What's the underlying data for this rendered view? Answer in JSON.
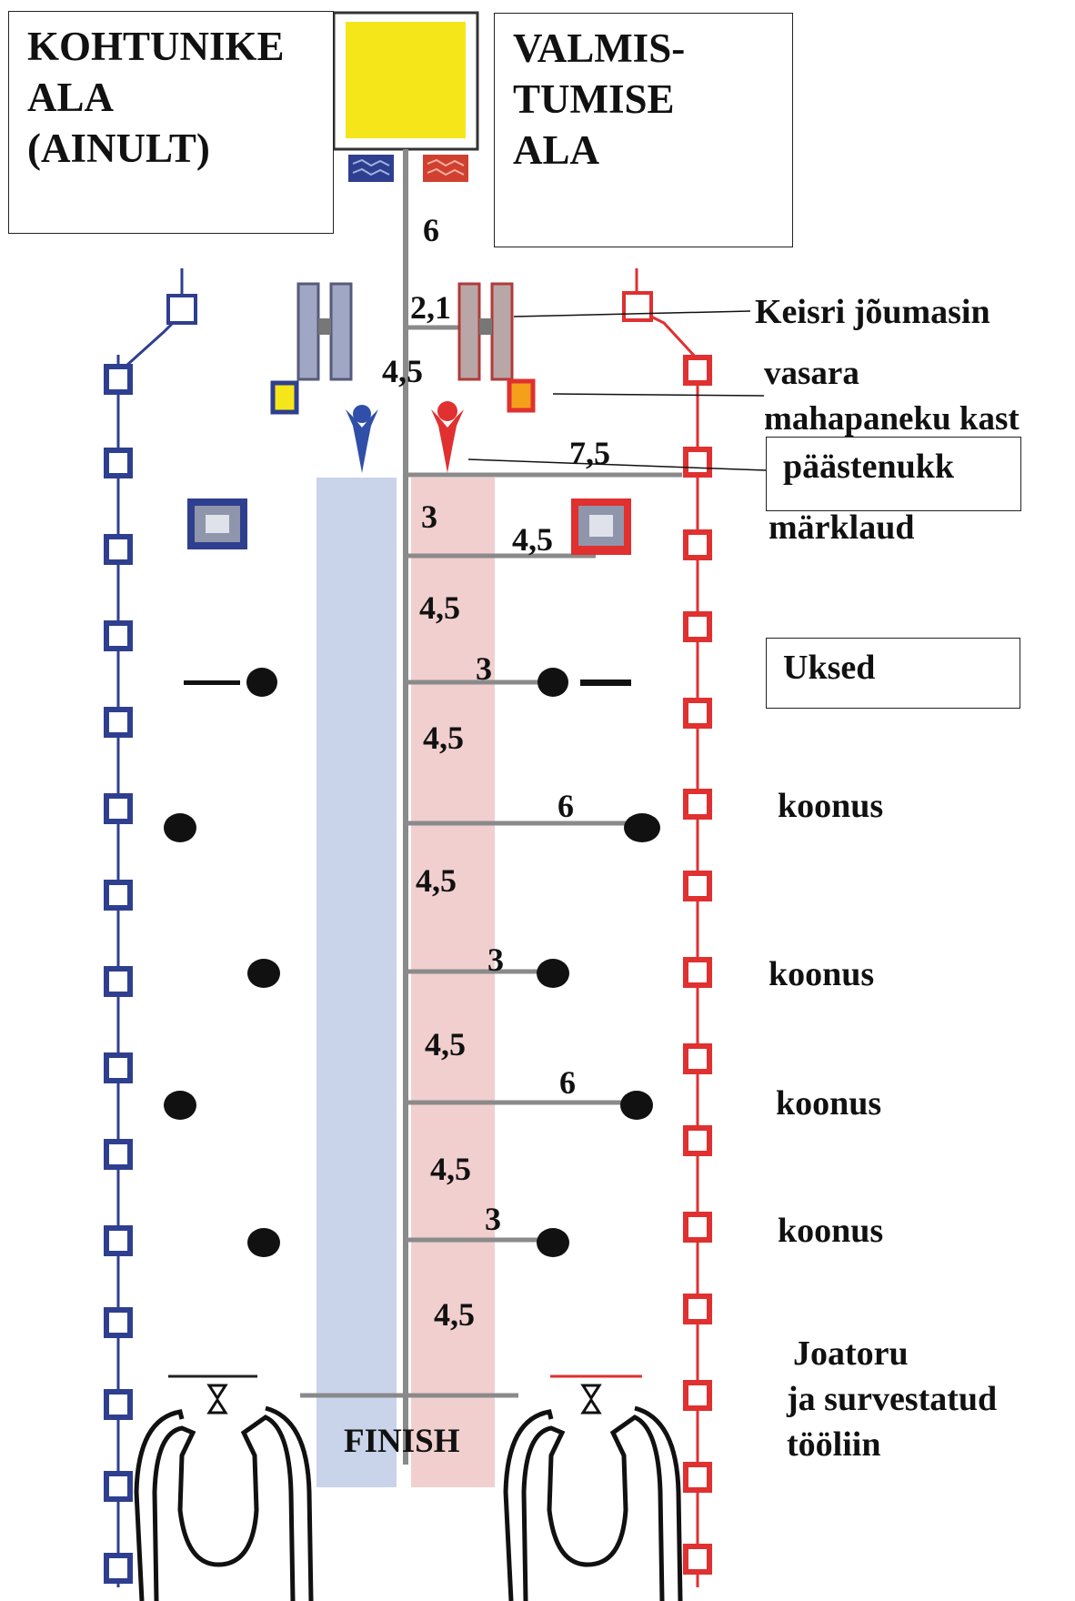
{
  "areas": {
    "judges": "KOHTUNIKE\nALA\n(AINULT)",
    "finish_area": "VALMIS-\nTUMISE\nALA"
  },
  "labels": {
    "keisri": "Keisri jõumasin",
    "vasara_1": "vasara",
    "vasara_2": "mahapaneku kast",
    "paastenukk": "päästenukk",
    "marklaud": "märklaud",
    "uksed": "Uksed",
    "koonus_1": "koonus",
    "koonus_2": "koonus",
    "koonus_3": "koonus",
    "koonus_4": "koonus",
    "joatoru_1": "Joatoru",
    "joatoru_2": "ja survestatud",
    "joatoru_3": "tööliin",
    "finish": "FINISH"
  },
  "distances": {
    "d1": "6",
    "d2": "2,1",
    "d3": "4,5",
    "d4": "7,5",
    "d5": "3",
    "d6": "4,5",
    "d7": "4,5",
    "d8": "3",
    "d9": "4,5",
    "d10": "6",
    "d11": "4,5",
    "d12": "3",
    "d13": "4,5",
    "d14": "6",
    "d15": "4,5",
    "d16": "3",
    "d17": "4,5"
  },
  "colors": {
    "blue_lane": "#c9d4ea",
    "red_lane": "#f1cfcf",
    "blue": "#2f3f8f",
    "red": "#e03030",
    "gray": "#8a8a8a",
    "yellow": "#f5e61a"
  },
  "icons": {
    "square": "hose-coupling-square",
    "dummy": "rescue-dummy",
    "cone": "cone-dot",
    "sled": "keiser-force-machine"
  }
}
